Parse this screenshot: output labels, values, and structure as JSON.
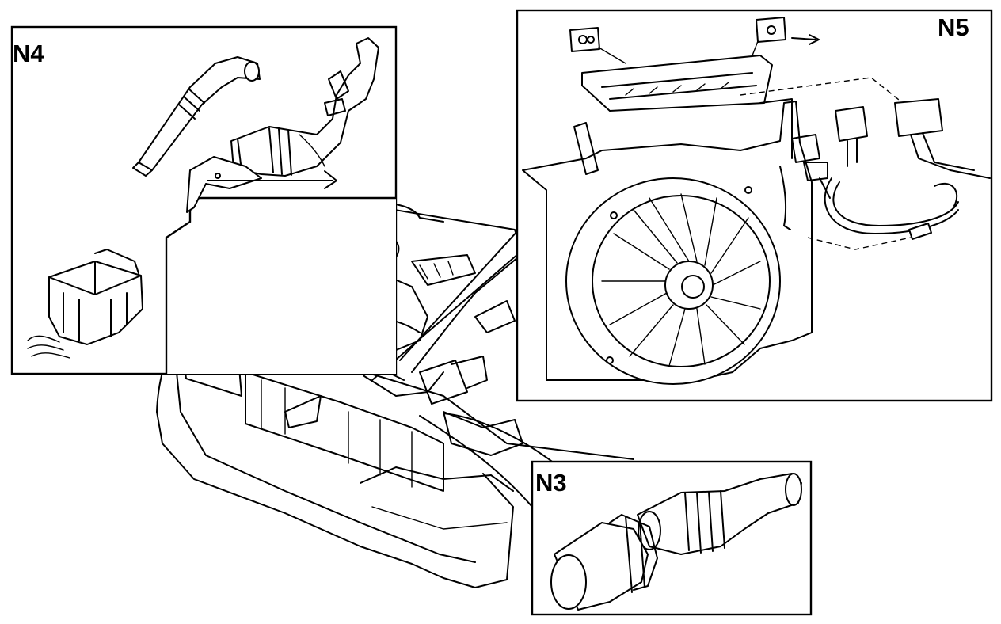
{
  "diagram": {
    "panels": [
      {
        "id": "n4",
        "label": "N4"
      },
      {
        "id": "n5",
        "label": "N5"
      },
      {
        "id": "n3",
        "label": "N3"
      }
    ]
  },
  "colors": {
    "ink": "#000000",
    "paper": "#ffffff"
  }
}
